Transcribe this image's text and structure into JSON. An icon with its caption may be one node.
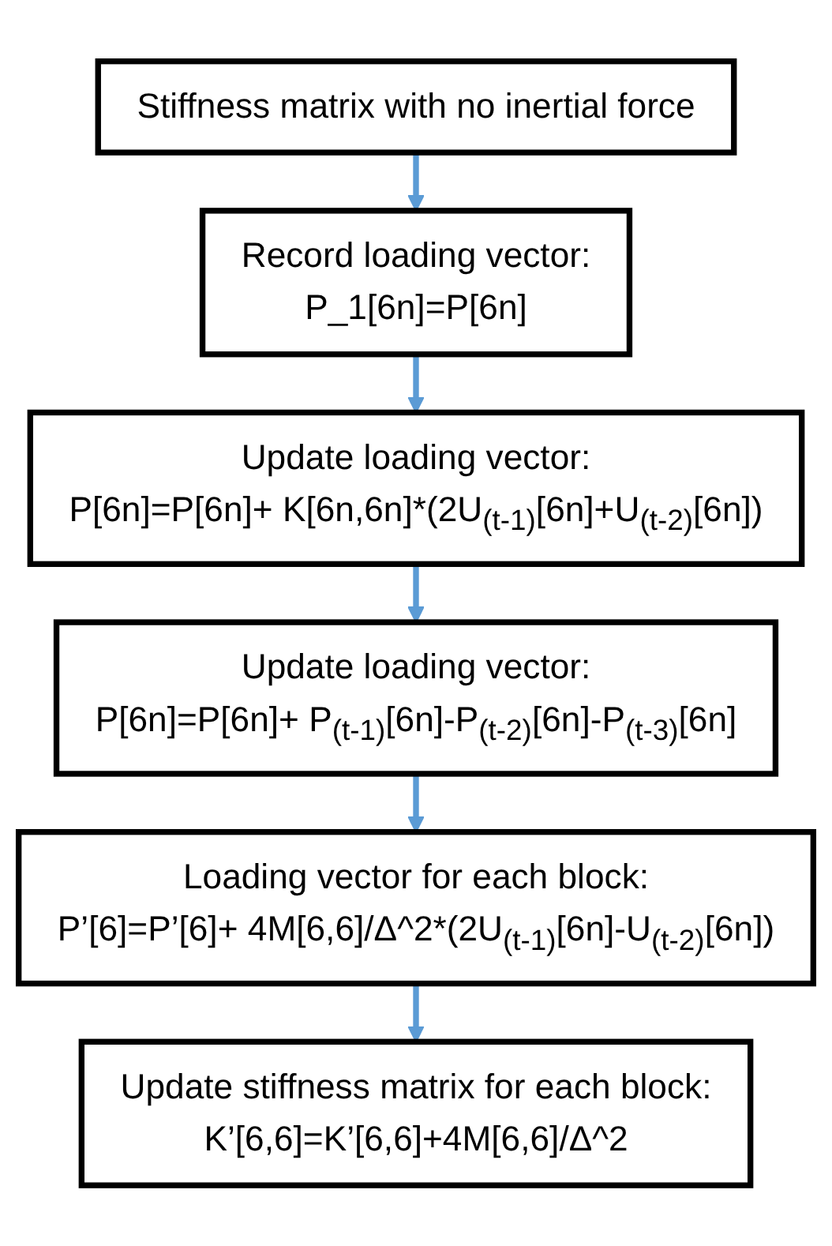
{
  "diagram": {
    "nodes": [
      {
        "text": [
          "Stiffness matrix with no inertial force"
        ]
      },
      {
        "text": [
          "Record loading vector:",
          "P_1[6n]=P[6n]"
        ]
      },
      {
        "text": [
          "Update loading vector:",
          "P[6n]=P[6n]+ K[6n,6n]*(2U$_{(t-1)}$[6n]+U$_{(t-2)}$[6n])"
        ]
      },
      {
        "text": [
          "Update loading vector:",
          "P[6n]=P[6n]+ P$_{(t-1)}$[6n]-P$_{(t-2)}$[6n]-P$_{(t-3)}$[6n]"
        ]
      },
      {
        "text": [
          "Loading vector for each block:",
          "P’[6]=P’[6]+ 4M[6,6]/Δ^2*(2U$_{(t-1)}$[6n]-U$_{(t-2)}$[6n])"
        ]
      },
      {
        "text": [
          "Update stiffness matrix for each block:",
          "K’[6,6]=K’[6,6]+4M[6,6]/Δ^2"
        ]
      }
    ],
    "edges": [
      {
        "from": 0,
        "to": 1,
        "arrow": "to"
      },
      {
        "from": 1,
        "to": 2,
        "arrow": "to"
      },
      {
        "from": 2,
        "to": 3,
        "arrow": "to"
      },
      {
        "from": 3,
        "to": 4,
        "arrow": "to"
      },
      {
        "from": 4,
        "to": 5,
        "arrow": "to"
      }
    ]
  }
}
